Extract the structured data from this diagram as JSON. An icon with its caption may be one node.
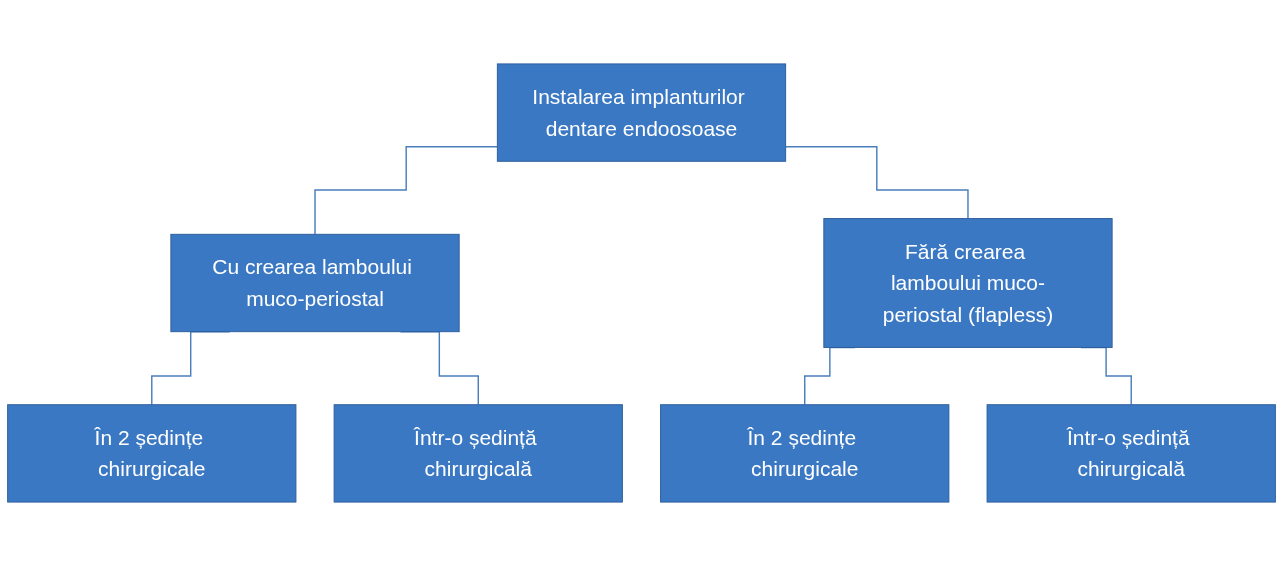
{
  "diagram": {
    "nodes": [
      {
        "text": [
          "Instalarea implanturilor dentare endoosoase"
        ]
      },
      {
        "text": [
          "Cu crearea lamboului muco-periostal"
        ]
      },
      {
        "text": [
          "Fără crearea lamboului muco-periostal (flapless)"
        ]
      },
      {
        "text": [
          "În 2 ședințe chirurgicale"
        ]
      },
      {
        "text": [
          "Într-o ședință chirurgicală"
        ]
      },
      {
        "text": [
          "În 2 ședințe chirurgicale"
        ]
      },
      {
        "text": [
          "Într-o ședință chirurgicală"
        ]
      }
    ],
    "edges": [
      {
        "from": 0,
        "to": 1,
        "arrow": "none"
      },
      {
        "from": 0,
        "to": 2,
        "arrow": "none"
      },
      {
        "from": 1,
        "to": 3,
        "arrow": "none"
      },
      {
        "from": 1,
        "to": 4,
        "arrow": "none"
      },
      {
        "from": 2,
        "to": 5,
        "arrow": "none"
      },
      {
        "from": 2,
        "to": 6,
        "arrow": "none"
      }
    ]
  }
}
